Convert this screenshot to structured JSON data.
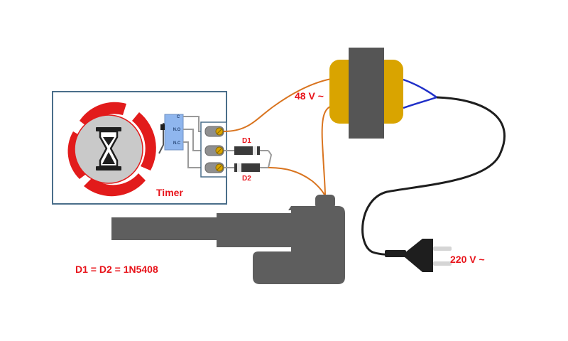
{
  "labels": {
    "timer": "Timer",
    "d1": "D1",
    "d2": "D2",
    "transformer_secondary": "48 V ~",
    "mains": "220 V ~",
    "diode_spec": "D1 = D2 = 1N5408"
  },
  "relay_pins": {
    "c": "C",
    "no": "N.O",
    "nc": "N.C"
  },
  "colors": {
    "label_red": "#e8141b",
    "wire_orange": "#d9741f",
    "wire_blue": "#1f2fc8",
    "frame_blue": "#4a6e8a",
    "core_gray": "#555555",
    "coil_gold": "#d9a400",
    "actuator_gray": "#5e5e5e",
    "relay_blue": "#8fb6ee",
    "terminal_gray": "#8f8f8f",
    "timer_red": "#e21b1b",
    "dial_gray": "#c9c9c9",
    "plug_black": "#1e1e1e",
    "plug_pin_gray": "#d5d5d5"
  },
  "icons": [
    "hourglass-icon",
    "relay-icon",
    "diode-icon",
    "transformer-icon",
    "plug-icon",
    "actuator-icon"
  ]
}
